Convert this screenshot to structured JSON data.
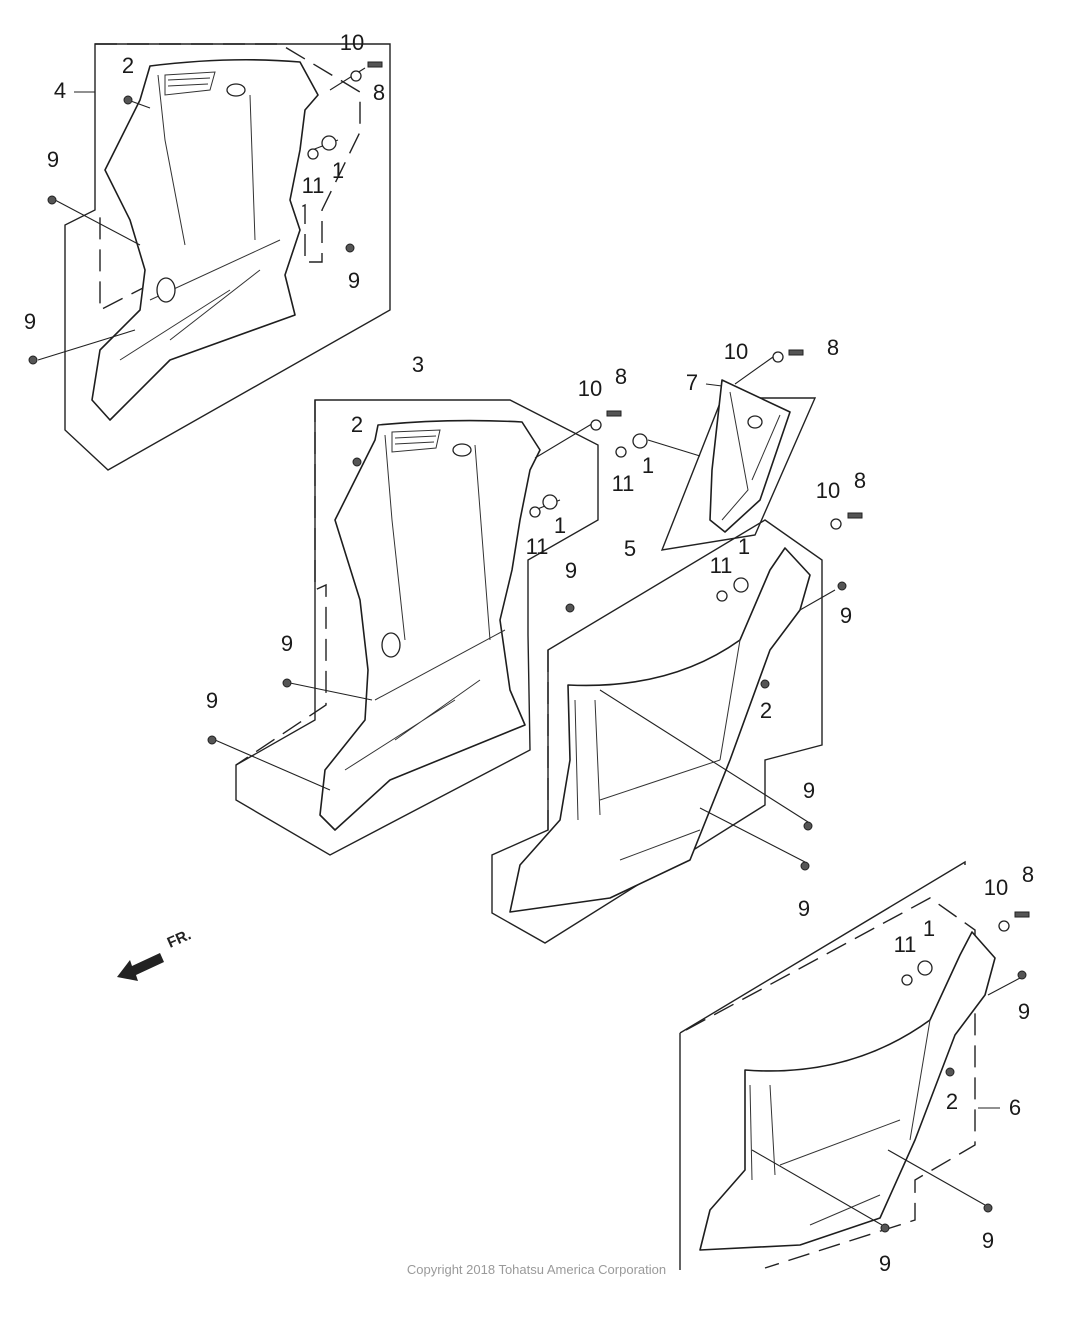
{
  "callouts": {
    "c1": "1",
    "c2": "2",
    "c3": "3",
    "c4": "4",
    "c5": "5",
    "c6": "6",
    "c7": "7",
    "c8": "8",
    "c9": "9",
    "c10": "10",
    "c11": "11"
  },
  "front_indicator": "FR.",
  "copyright": "Copyright 2018 Tohatsu America Corporation"
}
